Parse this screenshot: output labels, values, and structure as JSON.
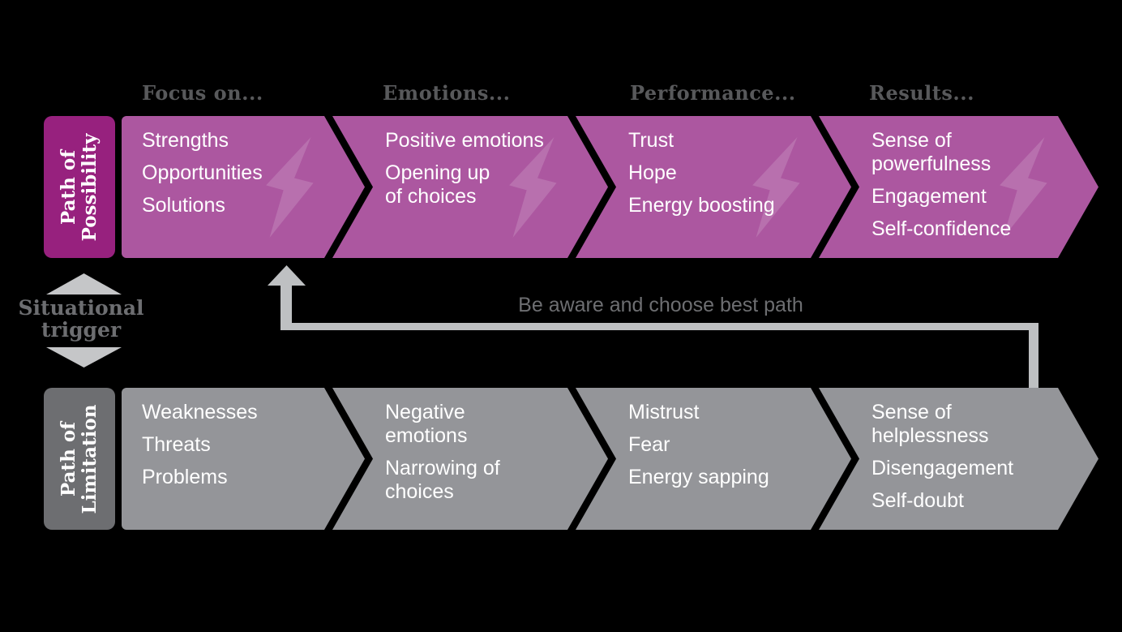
{
  "headers": [
    "Focus on...",
    "Emotions...",
    "Performance...",
    "Results..."
  ],
  "paths": {
    "possibility": {
      "label": "Path of\nPossibility",
      "chevrons": [
        {
          "items": [
            "Strengths",
            "Opportunities",
            "Solutions"
          ]
        },
        {
          "items": [
            "Positive emotions",
            "Opening up\nof choices"
          ]
        },
        {
          "items": [
            "Trust",
            "Hope",
            "Energy boosting"
          ]
        },
        {
          "items": [
            "Sense of\npowerfulness",
            "Engagement",
            "Self-confidence"
          ]
        }
      ]
    },
    "limitation": {
      "label": "Path of\nLimitation",
      "chevrons": [
        {
          "items": [
            "Weaknesses",
            "Threats",
            "Problems"
          ]
        },
        {
          "items": [
            "Negative\nemotions",
            "Narrowing of\nchoices"
          ]
        },
        {
          "items": [
            "Mistrust",
            "Fear",
            "Energy sapping"
          ]
        },
        {
          "items": [
            "Sense of\nhelplessness",
            "Disengagement",
            "Self-doubt"
          ]
        }
      ]
    }
  },
  "trigger": {
    "label": "Situational\ntrigger"
  },
  "feedback": {
    "label": "Be aware and choose best path"
  },
  "icons": {
    "bolt": "lightning-bolt-icon",
    "trigger_up": "up-triangle-icon",
    "trigger_down": "down-triangle-icon",
    "feedback_arrow": "up-arrow-icon"
  },
  "colors": {
    "background": "#000000",
    "possibility_label_bg": "#97217E",
    "possibility_chevron_bg": "#AC57A0",
    "limitation_label_bg": "#6D6E71",
    "limitation_chevron_bg": "#949599",
    "header_text": "#58595B",
    "trigger_text": "#6D6E71",
    "feedback_text": "#6D6E71",
    "arrow": "#BEC0C2",
    "chevron_text": "#FFFFFF"
  }
}
